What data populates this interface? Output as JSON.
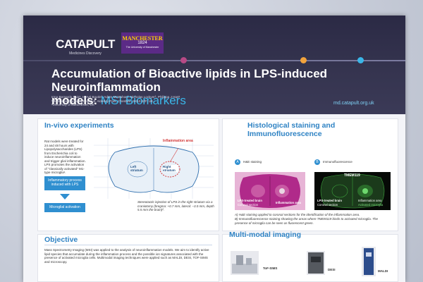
{
  "header": {
    "catapult_logo": "CATAPULT",
    "catapult_sub": "Medicines Discovery",
    "manchester_logo": "MANCHESTER",
    "manchester_year": "1824",
    "manchester_sub": "The University of Manchester",
    "title_line1": "Accumulation of Bioactive lipids in LPS-induced Neuroinflammation",
    "title_line2_prefix": "models: ",
    "title_line2_highlight": "MSI Biomarkers",
    "authors": "Irma Bernardo Ruiz¹, Hervé Boutin², Adam McMahon², Nicholas Lockyer², Philippa J Hart¹",
    "affil1": "¹Medicines Discovery Catapult, Alderley Park, Cheshire, SK10 4ZF, UK.",
    "affil2": "²University of Manchester, UK",
    "website": "md.catapult.org.uk"
  },
  "invivo": {
    "title": "In-vivo experiments",
    "text": "Rat models were treated for 24 and 48 hours with Lipopolysaccharides (LPS) from Escherichia coli to induce neuroinflammation and trigger glial inflammation. LPS promotes the activation of \"classically activated\" M1-type microglia¹.",
    "flow1": "Inflammatory process induced with LPS",
    "flow2": "Microglial activation",
    "inflammation_label": "Inflammation area",
    "left_label": "Left striatum",
    "right_label": "Right striatum",
    "caption": "Stereotactic injection of LPS in the right striatum via a craniotomy (bregma: +0.7 mm, lateral: −3.0 mm, depth 5.5 mm the brain)²."
  },
  "histo": {
    "title": "Histological staining and Immunofluorescence",
    "tag_a": "A",
    "tag_b": "B",
    "he_label": "H&E staining",
    "if_label": "Immunofluorescence",
    "tmem": "TMEM119",
    "lps_label": "LPS-treated brain",
    "coronal_label": "Coronal section",
    "inflam_area": "Inflammation area",
    "activated": "Activated microglia",
    "caption_a": "A) H&E staining applied to coronal sections for the identification of the inflammation area.",
    "caption_b": "B) Immunofluorescence staining showing the areas where TMEM119 binds to activated microglia. The presence of microglia can be seen as fluorescent green."
  },
  "objective": {
    "title": "Objective",
    "text": "Mass Spectrometry Imaging (MSI) was applied to the analysis of neuroinflammation models. We aim to identify active lipid species that accumulate during the inflammation process and the possible ion signatures associated with the presence of activated microglia cells. Multimodal imaging techniques were applied such as MALDI, DESI, TOF-SIMS and microscopy."
  },
  "multimodal": {
    "title": "Multi-modal imaging",
    "tof": "ToF-SIMS",
    "desi": "DESI",
    "maldi": "MALDI"
  },
  "colors": {
    "header_bg": "#35344f",
    "accent_blue": "#2f83c4",
    "highlight_cyan": "#3ab6e8"
  }
}
